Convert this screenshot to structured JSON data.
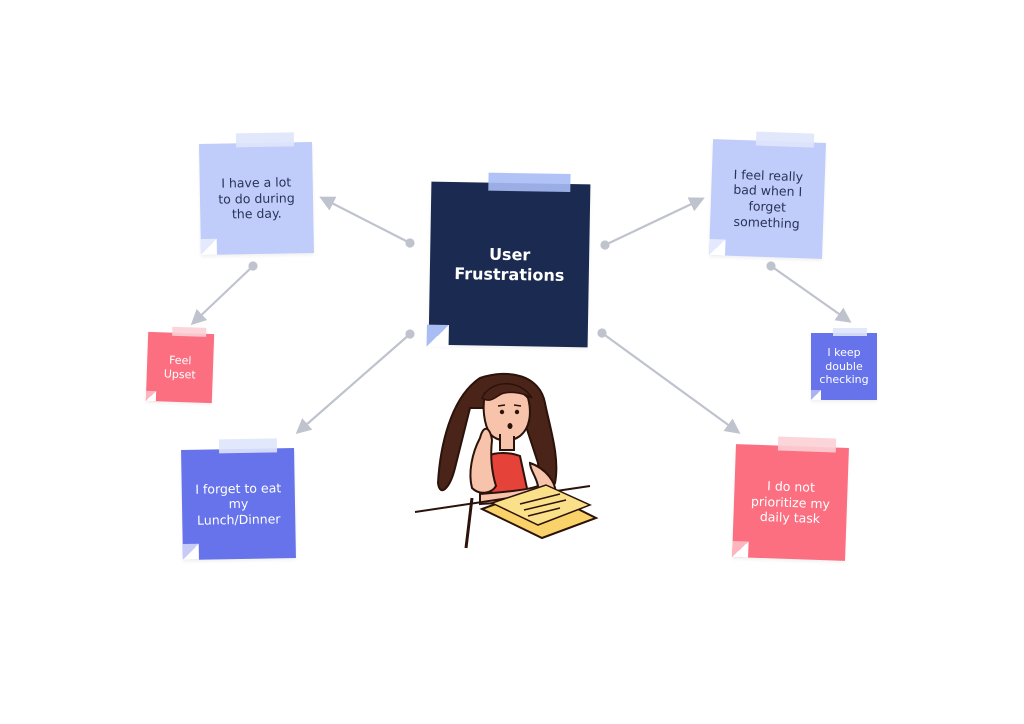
{
  "colors": {
    "center": "#1b2a50",
    "light_blue": "#c0ccfa",
    "blue": "#6673ea",
    "pink": "#fb6f80",
    "tape_light": "#dfe5fb",
    "tape_blue": "#a9bdf5",
    "tape_pink": "#fbd0d5",
    "connector": "#bfc3cd"
  },
  "center": {
    "label": "User\nFrustrations"
  },
  "notes": {
    "lot_to_do": "I have a lot\nto do during\nthe day.",
    "feel_bad": "I feel really\nbad when I\nforget\nsomething",
    "feel_upset": "Feel\nUpset",
    "double_check": "I keep\ndouble\nchecking",
    "forget_eat": "I forget to eat\nmy\nLunch/Dinner",
    "not_prioritize": "I do not\nprioritize my\ndaily task"
  },
  "illustration": {
    "icon": "woman-thinking-at-desk-illustration"
  }
}
